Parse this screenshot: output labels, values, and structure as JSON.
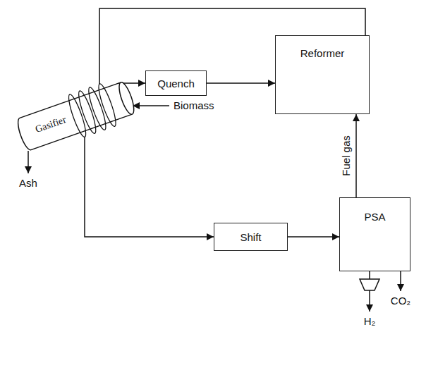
{
  "diagram": {
    "nodes": [
      {
        "text": [
          "Gasifier"
        ]
      },
      {
        "text": [
          "Quench"
        ]
      },
      {
        "text": [
          "Reformer"
        ]
      },
      {
        "text": [
          "Shift"
        ]
      },
      {
        "text": [
          "PSA"
        ]
      }
    ],
    "edges": [
      {
        "from": 0,
        "to": 1,
        "arrow": "to"
      },
      {
        "from": 1,
        "to": 2,
        "arrow": "to"
      },
      {
        "from": 2,
        "to": 0,
        "arrow": "none"
      },
      {
        "from": 0,
        "to": 3,
        "arrow": "to"
      },
      {
        "from": 3,
        "to": 4,
        "arrow": "to"
      },
      {
        "from": 4,
        "to": 2,
        "label": "Fuel gas",
        "arrow": "to"
      }
    ],
    "labels": [
      "Biomass",
      "Ash",
      "CO₂",
      "H₂"
    ]
  }
}
